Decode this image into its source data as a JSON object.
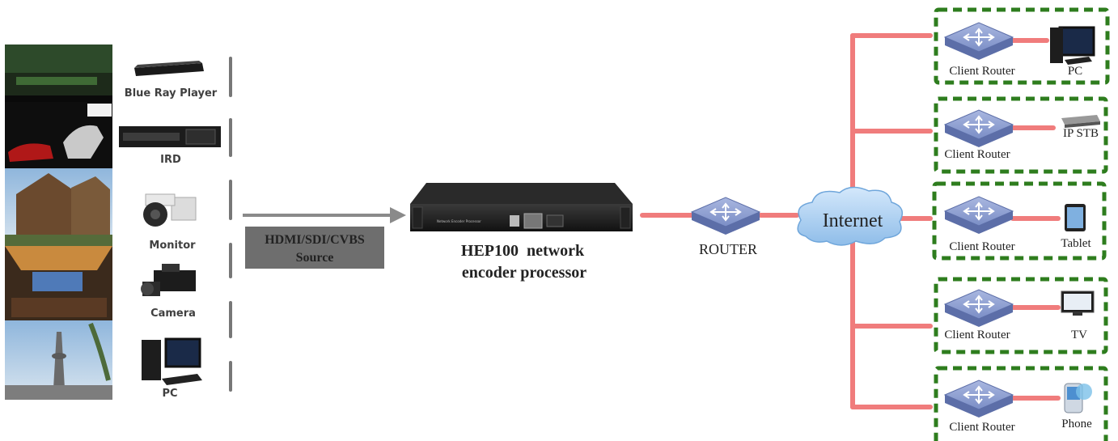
{
  "sources": [
    {
      "label": "Blue Ray Player",
      "icon": "blu-ray-player-icon"
    },
    {
      "label": "IRD",
      "icon": "ird-receiver-icon"
    },
    {
      "label": "Monitor",
      "icon": "cctv-camera-icon"
    },
    {
      "label": "Camera",
      "icon": "video-camera-icon"
    },
    {
      "label": "PC",
      "icon": "pc-icon"
    }
  ],
  "source_box": {
    "line1": "HDMI/SDI/CVBS",
    "line2": "Source"
  },
  "encoder": {
    "line1": "HEP100  network",
    "line2": "encoder processor",
    "panel_text": "Network Encoder Processor"
  },
  "router": {
    "label": "ROUTER"
  },
  "internet": {
    "label": "Internet"
  },
  "clients": [
    {
      "router_label": "Client Router",
      "device_label": "PC",
      "device_icon": "pc-icon"
    },
    {
      "router_label": "Client Router",
      "device_label": "IP STB",
      "device_icon": "set-top-box-icon"
    },
    {
      "router_label": "Client Router",
      "device_label": "Tablet",
      "device_icon": "tablet-icon"
    },
    {
      "router_label": "Client Router",
      "device_label": "TV",
      "device_icon": "tv-icon"
    },
    {
      "router_label": "Client Router",
      "device_label": "Phone",
      "device_icon": "phone-icon"
    }
  ],
  "colors": {
    "link": "#f07c7c",
    "client_border": "#2e7d1e",
    "source_box": "#6e6e6e",
    "router": "#7f93c8",
    "cloud": "#a9cdf0"
  }
}
